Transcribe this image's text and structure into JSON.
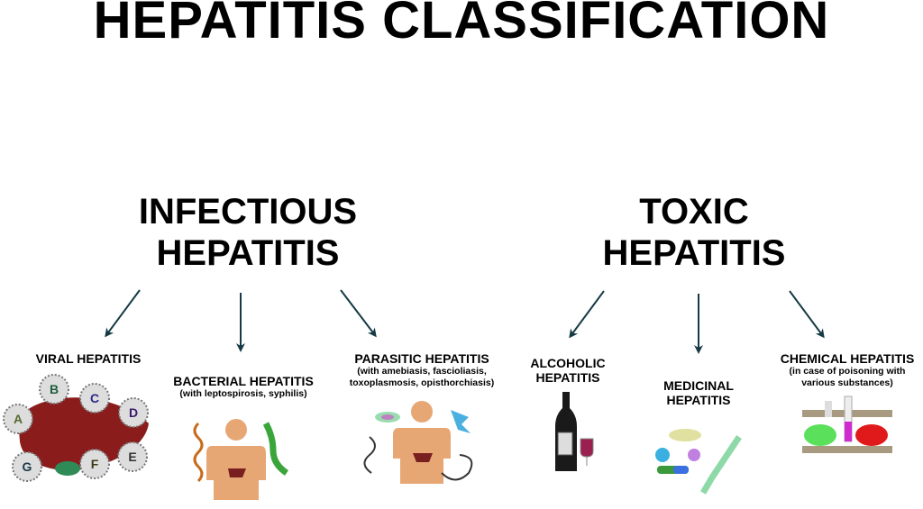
{
  "title": "HEPATITIS CLASSIFICATION",
  "colors": {
    "arrow": "#163a44",
    "text": "#000000",
    "skin": "#e7a775",
    "liver": "#8a1c1c"
  },
  "groups": [
    {
      "name_line1": "INFECTIOUS",
      "name_line2": "HEPATITIS",
      "types": [
        {
          "label": "VIRAL HEPATITIS",
          "note": "",
          "illustration": "liver-with-virus-particles",
          "virus_letters": [
            "A",
            "B",
            "C",
            "D",
            "E",
            "F",
            "G"
          ]
        },
        {
          "label": "BACTERIAL HEPATITIS",
          "note": "(with leptospirosis, syphilis)",
          "illustration": "human-silhouette-with-bacteria"
        },
        {
          "label": "PARASITIC HEPATITIS",
          "note_line1": "(with amebiasis, fascioliasis,",
          "note_line2": "toxoplasmosis, opisthorchiasis)",
          "illustration": "human-silhouette-with-parasites"
        }
      ]
    },
    {
      "name_line1": "TOXIC",
      "name_line2": "HEPATITIS",
      "types": [
        {
          "label_line1": "ALCOHOLIC",
          "label_line2": "HEPATITIS",
          "illustration": "wine-bottle-and-glass"
        },
        {
          "label_line1": "MEDICINAL",
          "label_line2": "HEPATITIS",
          "illustration": "pills-and-syringe"
        },
        {
          "label": "CHEMICAL HEPATITIS",
          "note_line1": "(in case of poisoning with",
          "note_line2": "various substances)",
          "illustration": "test-tube-rack-with-flasks"
        }
      ]
    }
  ]
}
